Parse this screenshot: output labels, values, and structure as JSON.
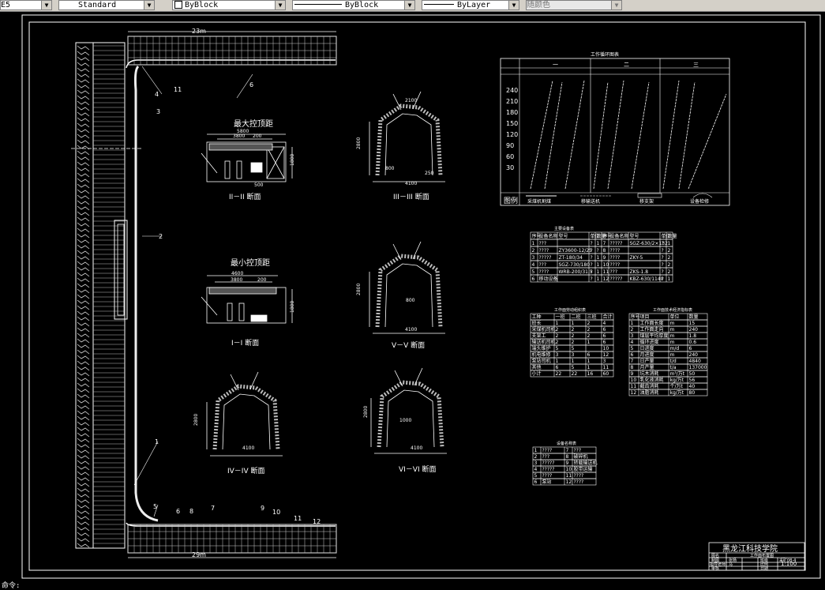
{
  "toolbar": {
    "text_style": "Standard",
    "layer_linetype_a": "ByBlock",
    "layer_linetype_b": "ByBlock",
    "lineweight": "ByLayer",
    "color": "随颜色",
    "left_fragment": "E5"
  },
  "drawing": {
    "top_dim": "23m",
    "bottom_dim": "29m",
    "section_max_title": "最大控顶距",
    "section_max_name": "II－II 断面",
    "section_max_dims": [
      "5800",
      "3800",
      "200",
      "1800",
      "500"
    ],
    "section_min_title": "最小控顶距",
    "section_min_name": "I－I 断面",
    "section_min_dims": [
      "4600",
      "3800",
      "200",
      "1800"
    ],
    "section_4_name": "IV－IV 断面",
    "section_4_dims": [
      "4100",
      "2800"
    ],
    "section_3_name": "III－III 断面",
    "section_3_dims": [
      "4100",
      "2800",
      "800",
      "250",
      "2100"
    ],
    "section_5_name": "V－V 断面",
    "section_5_dims": [
      "4100",
      "2800",
      "800"
    ],
    "section_6_name": "VI－VI 断面",
    "section_6_dims": [
      "4100",
      "2800",
      "1000"
    ],
    "callouts": [
      "1",
      "2",
      "3",
      "4",
      "5",
      "6",
      "7",
      "8",
      "9",
      "10",
      "11",
      "12"
    ],
    "labels_side": [
      "11",
      "1",
      "2",
      "3",
      "4",
      "5",
      "6",
      "7",
      "8",
      "9",
      "10",
      "11",
      "12"
    ]
  },
  "schedule_chart": {
    "title": "工作循环图表",
    "shifts": [
      "一",
      "二",
      "三"
    ],
    "y_ticks": [
      "240",
      "210",
      "180",
      "150",
      "120",
      "90",
      "60",
      "30"
    ],
    "legend_title": "图例",
    "legend_items": [
      "采煤机割煤",
      "移输送机",
      "移支架",
      "设备检修"
    ]
  },
  "equipment_table": {
    "title": "主要设备表",
    "headers": [
      "序号",
      "设备名称",
      "型号",
      "单位",
      "数量",
      "序号",
      "设备名称",
      "型号",
      "单位",
      "数量"
    ],
    "rows": [
      [
        "1",
        "???",
        "",
        "?",
        "1",
        "7",
        "?????",
        "SGZ-630/2×132",
        "?",
        "1"
      ],
      [
        "2",
        "????",
        "ZY3600-12/25",
        "?",
        "?",
        "8",
        "????",
        "",
        "?",
        "2"
      ],
      [
        "3",
        "?????",
        "ZT-180/34",
        "?",
        "1",
        "9",
        "????",
        "ZKY-5",
        "?",
        "2"
      ],
      [
        "4",
        "???",
        "SGZ-730/180",
        "?",
        "1",
        "10",
        "????",
        "",
        "?",
        "2"
      ],
      [
        "5",
        "????",
        "WRB-200/31.5",
        "?",
        "1",
        "11",
        "???",
        "ZKS-1.8",
        "?",
        "2"
      ],
      [
        "6",
        "移动设备",
        "",
        "?",
        "1",
        "12",
        "?????",
        "KBZ-630/1140",
        "?",
        "1"
      ]
    ]
  },
  "staff_table": {
    "title": "工作面劳动组织表",
    "headers": [
      "工种",
      "一班",
      "二班",
      "三班",
      "合计"
    ],
    "rows": [
      [
        "班长",
        "1",
        "1",
        "2",
        "4"
      ],
      [
        "采煤机司机",
        "2",
        "2",
        "2",
        "6"
      ],
      [
        "支架工",
        "2",
        "2",
        "2",
        "6"
      ],
      [
        "输送机司机",
        "2",
        "2",
        "1",
        "6"
      ],
      [
        "端头维护",
        "5",
        "5",
        "",
        "10"
      ],
      [
        "机电维修",
        "3",
        "3",
        "6",
        "12"
      ],
      [
        "泵站司机",
        "1",
        "1",
        "1",
        "3"
      ],
      [
        "其他",
        "6",
        "5",
        "1",
        "11"
      ],
      [
        "小计",
        "22",
        "22",
        "16",
        "60"
      ]
    ]
  },
  "tech_table": {
    "title": "工作面技术经济指标表",
    "headers": [
      "序号",
      "项目",
      "单位",
      "数量"
    ],
    "rows": [
      [
        "1",
        "工作面长度",
        "m",
        "15"
      ],
      [
        "2",
        "工作面走向",
        "m",
        "240"
      ],
      [
        "3",
        "煤层平均厚度",
        "m",
        "1.8"
      ],
      [
        "4",
        "循环进度",
        "m",
        "0.6"
      ],
      [
        "5",
        "日进度",
        "m/d",
        "6"
      ],
      [
        "6",
        "月进度",
        "m",
        "240"
      ],
      [
        "7",
        "日产量",
        "t/d",
        "4840"
      ],
      [
        "8",
        "月产量",
        "t/a",
        "137000"
      ],
      [
        "9",
        "坑木消耗",
        "m³/万t",
        "50"
      ],
      [
        "10",
        "乳化液消耗",
        "kg/万t",
        "56"
      ],
      [
        "11",
        "截齿消耗",
        "个/万t",
        "40"
      ],
      [
        "12",
        "油脂消耗",
        "kg/万t",
        "80"
      ]
    ]
  },
  "device_table": {
    "title": "设备名称表",
    "rows": [
      [
        "1",
        "????",
        "7",
        "???"
      ],
      [
        "2",
        "???",
        "8",
        "破碎机"
      ],
      [
        "3",
        "?????",
        "9",
        "转载输送机"
      ],
      [
        "4",
        "?????",
        "10",
        "胶带运输"
      ],
      [
        "5",
        "????",
        "11",
        "????"
      ],
      [
        "6",
        "泵站",
        "12",
        "????"
      ]
    ]
  },
  "title_block": {
    "school": "黑龙江科技学院",
    "drawing_title": "工作面布置图",
    "row1": [
      "图名",
      "工作面布置图"
    ],
    "row2": [
      "制图",
      "张杨",
      "班级",
      "采矿08-4"
    ],
    "row3": [
      "指导老师",
      "马",
      "比例",
      "1:100"
    ],
    "row4": [
      "审核",
      "",
      "日期",
      ""
    ]
  },
  "command_line": "命令:"
}
